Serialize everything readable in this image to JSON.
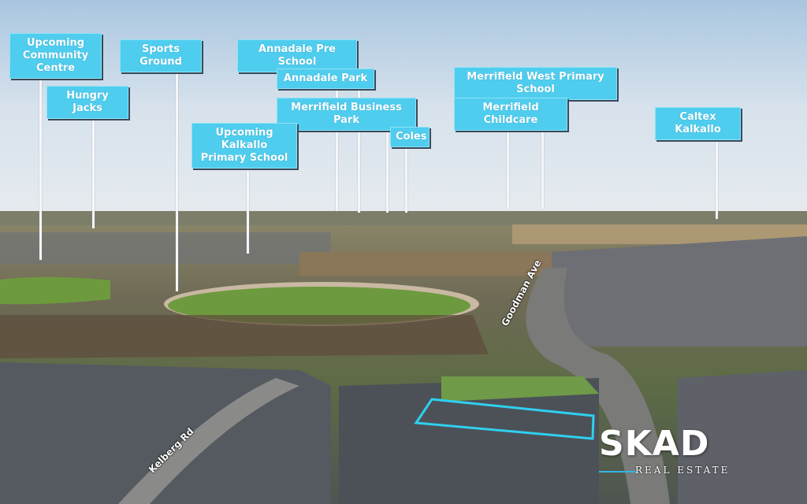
{
  "labels": [
    {
      "text": "Upcoming Community Centre"
    },
    {
      "text": "Hungry Jacks"
    },
    {
      "text": "Sports Ground"
    },
    {
      "text": "Annadale Pre School"
    },
    {
      "text": "Annadale Park"
    },
    {
      "text": "Merrifield Business Park"
    },
    {
      "text": "Coles"
    },
    {
      "text": "Upcoming Kalkallo Primary School"
    },
    {
      "text": "Merrifield West Primary School"
    },
    {
      "text": "Merrifield Childcare"
    },
    {
      "text": "Caltex Kalkallo"
    }
  ],
  "streets": {
    "goodman": "Goodman Ave",
    "kelberg": "Kelberg Rd"
  },
  "logo": {
    "name": "SKAD",
    "tagline": "REAL ESTATE"
  },
  "colors": {
    "label": "#4fcdee",
    "highlight": "#2fd0f0"
  }
}
